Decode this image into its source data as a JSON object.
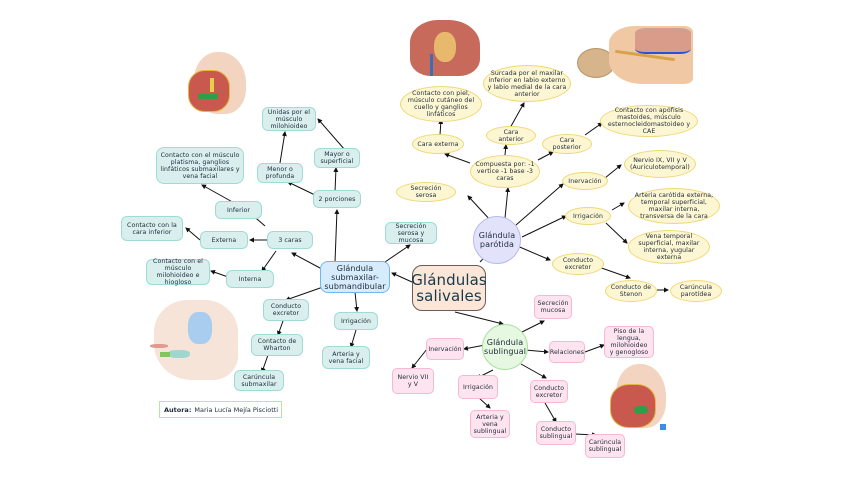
{
  "title": "Glándulas salivales",
  "author": {
    "label": "Autora:",
    "name": "Maria Lucía Mejía Pisciotti"
  },
  "colors": {
    "submaxilar": "#d8efed",
    "parotida": "#fdf6d2",
    "sublingual": "#fde4ef",
    "central": "#fbe6d7"
  },
  "central": {
    "line1": "Glándulas",
    "line2": "salivales"
  },
  "submaxilar": {
    "title": "Glándula submaxilar-submandibular",
    "secrecion": "Secreción serosa y mucosa",
    "porciones": "2 porciones",
    "mayor": "Mayor o superficial",
    "menor": "Menor o profunda",
    "unidas": "Unidas por el músculo milohioideo",
    "caras": "3 caras",
    "inferior": "Inferior",
    "inferior_desc": "Contacto con el músculo platisma, ganglios linfáticos submaxilares y vena facial",
    "externa": "Externa",
    "externa_desc": "Contacto con la cara inferior",
    "interna": "Interna",
    "interna_desc": "Contacto con el músculo milohioideo e hiogloso",
    "conducto": "Conducto excretor",
    "wharton": "Contacto de Wharton",
    "caruncula": "Carúncula submaxilar",
    "irrigacion": "Irrigación",
    "arteria": "Arteria y vena facial"
  },
  "parotida": {
    "title": "Glándula parótida",
    "secrecion": "Secreción serosa",
    "compuesta": "Compuesta por: -1 vertice -1 base -3 caras",
    "cara_externa": "Cara externa",
    "cara_externa_desc": "Contacto con piel, músculo cutáneo del cuello y ganglios linfáticos",
    "cara_anterior": "Cara anterior",
    "cara_anterior_desc": "Surcada por el maxilar inferior en labio externo y labio medial de la cara anterior",
    "cara_posterior": "Cara posterior",
    "cara_posterior_desc": "Contacto con apófisis mastoides, músculo esternocleidomastoideo y CAE",
    "inervacion": "Inervación",
    "nervio": "Nervio IX, VII y V (Auriculotemporal)",
    "irrigacion": "Irrigación",
    "arteria": "Arteria carótida externa, temporal superficial, maxilar interna, transversa de la cara",
    "vena": "Vena temporal superficial, maxilar interna, yugular externa",
    "conducto": "Conducto excretor",
    "stenon": "Conducto de Stenon",
    "caruncula": "Carúncula parotídea"
  },
  "sublingual": {
    "title": "Glándula sublingual",
    "secrecion": "Secreción mucosa",
    "relaciones": "Relaciones",
    "piso": "Piso de la lengua, milohioideo y genogloso",
    "inervacion": "Inervación",
    "nervio": "Nervio VII y V",
    "irrigacion": "Irrigación",
    "arteria": "Arteria y vena sublingual",
    "conducto": "Conducto excretor",
    "conducto_sub": "Conducto sublingual",
    "caruncula": "Carúncula sublingual"
  },
  "images": [
    {
      "name": "face-dissection-top-left"
    },
    {
      "name": "parotid-head-anatomy"
    },
    {
      "name": "parotid-gland-tissue"
    },
    {
      "name": "salivary-glands-profile"
    },
    {
      "name": "face-dissection-bottom-right"
    }
  ]
}
